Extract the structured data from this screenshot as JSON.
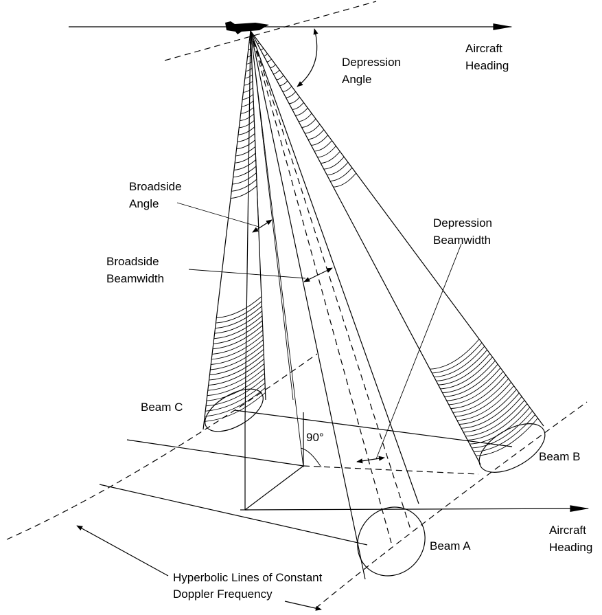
{
  "labels": {
    "aircraft_heading_top": [
      "Aircraft",
      "Heading"
    ],
    "depression_angle": [
      "Depression",
      "Angle"
    ],
    "broadside_angle": [
      "Broadside",
      "Angle"
    ],
    "broadside_beamwidth": [
      "Broadside",
      "Beamwidth"
    ],
    "depression_beamwidth": [
      "Depression",
      "Beamwidth"
    ],
    "beam_c": "Beam C",
    "beam_b": "Beam B",
    "beam_a": "Beam A",
    "right_angle": "90°",
    "aircraft_heading_bottom": [
      "Aircraft",
      "Heading"
    ],
    "hyperbolic_lines": [
      "Hyperbolic Lines of Constant",
      "Doppler Frequency"
    ]
  },
  "icons": {
    "aircraft": "aircraft-icon"
  }
}
